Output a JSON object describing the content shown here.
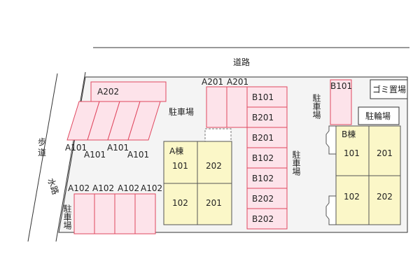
{
  "road": "道路",
  "sidewalk": "歩道",
  "waterway": "水路",
  "parking_label": "駐車場",
  "a_building": {
    "title": "A棟",
    "units": [
      "101",
      "202",
      "102",
      "201"
    ]
  },
  "b_building": {
    "title": "B棟",
    "units": [
      "101",
      "201",
      "102",
      "202"
    ]
  },
  "a202": "A202",
  "a101_labels": [
    "A101",
    "A101",
    "A101",
    "A101"
  ],
  "a201_labels": [
    "A201",
    "A201"
  ],
  "a102_labels": [
    "A102",
    "A102",
    "A102",
    "A102"
  ],
  "b_column": [
    "B101",
    "B201",
    "B201",
    "B102",
    "B102",
    "B202",
    "B202"
  ],
  "b101_single": "B101",
  "garbage": "ゴミ置場",
  "bicycle": "駐輪場",
  "colors": {
    "parking": "#fde3ea",
    "parking_border": "#e0475f",
    "building": "#fbf7c8"
  }
}
